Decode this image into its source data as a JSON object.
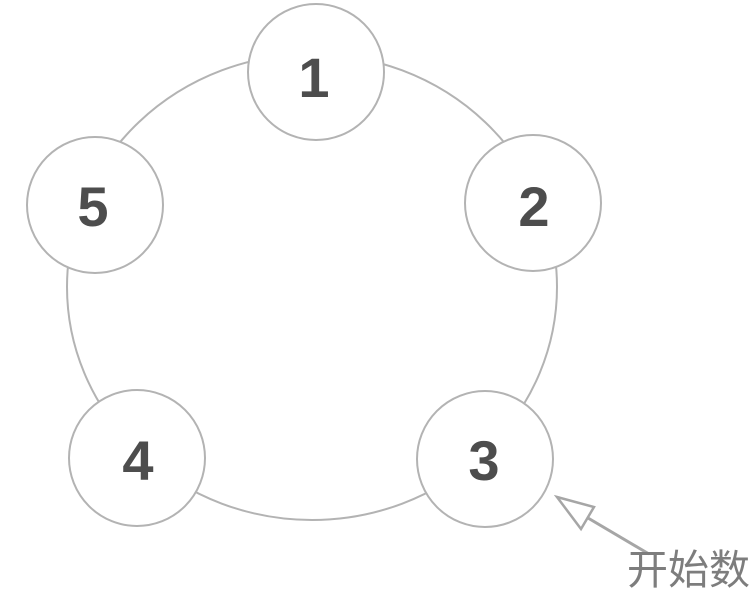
{
  "diagram": {
    "description": "five numbered circles arranged on a ring",
    "nodes": [
      {
        "label": "1"
      },
      {
        "label": "2"
      },
      {
        "label": "3"
      },
      {
        "label": "4"
      },
      {
        "label": "5"
      }
    ],
    "annotation": {
      "text": "开始数"
    },
    "colors": {
      "background": "#ffffff",
      "circle_stroke": "#b3b3b3",
      "node_fill": "#ffffff",
      "number_color": "#4d4d4d",
      "arrow_color": "#a6a6a6",
      "annotation_color": "#7d7d7d"
    }
  }
}
